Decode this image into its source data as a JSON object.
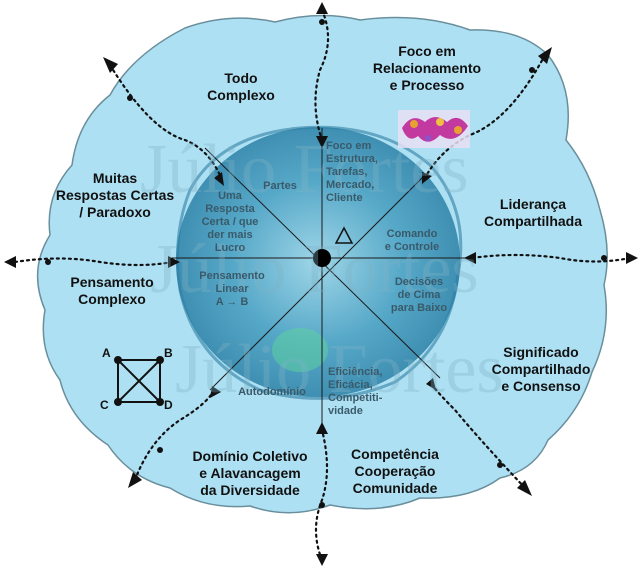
{
  "colors": {
    "outer": "#aee0f3",
    "inner": "#4fa0c3",
    "inner_glow": "#78c2dc",
    "line": "#1a1a1a",
    "dot": "#000000"
  },
  "outer_labels": {
    "todo": [
      "Todo",
      "Complexo"
    ],
    "foco": [
      "Foco em",
      "Relacionamento",
      "e Processo"
    ],
    "muitas": [
      "Muitas",
      "Respostas Certas",
      "/ Paradoxo"
    ],
    "lideranca": [
      "Liderança",
      "Compartilhada"
    ],
    "pensamento_complexo": [
      "Pensamento",
      "Complexo"
    ],
    "significado": [
      "Significado",
      "Compartilhado",
      "e Consenso"
    ],
    "dominio": [
      "Domínio Coletivo",
      "e Alavancagem",
      "da Diversidade"
    ],
    "competencia": [
      "Competência",
      "Cooperação",
      "Comunidade"
    ]
  },
  "inner_labels": {
    "partes": [
      "Partes"
    ],
    "foco_estrutura": [
      "Foco em",
      "Estrutura,",
      "Tarefas,",
      "Mercado,",
      "Cliente"
    ],
    "uma_resposta": [
      "Uma",
      "Resposta",
      "Certa / que",
      "der mais",
      "Lucro"
    ],
    "comando": [
      "Comando",
      "e Controle"
    ],
    "pensamento_linear": [
      "Pensamento",
      "Linear",
      "A → B"
    ],
    "decisoes": [
      "Decisões",
      "de Cima",
      "para Baixo"
    ],
    "autodominio": [
      "Autodomínio"
    ],
    "eficiencia": [
      "Eficiência,",
      "Eficácia,",
      "Competiti-",
      "vidade"
    ]
  },
  "diagram_letters": [
    "A",
    "B",
    "C",
    "D"
  ],
  "watermark": [
    "Júlio Fortes",
    "Júlio Fortes",
    "Júlio Fortes"
  ]
}
